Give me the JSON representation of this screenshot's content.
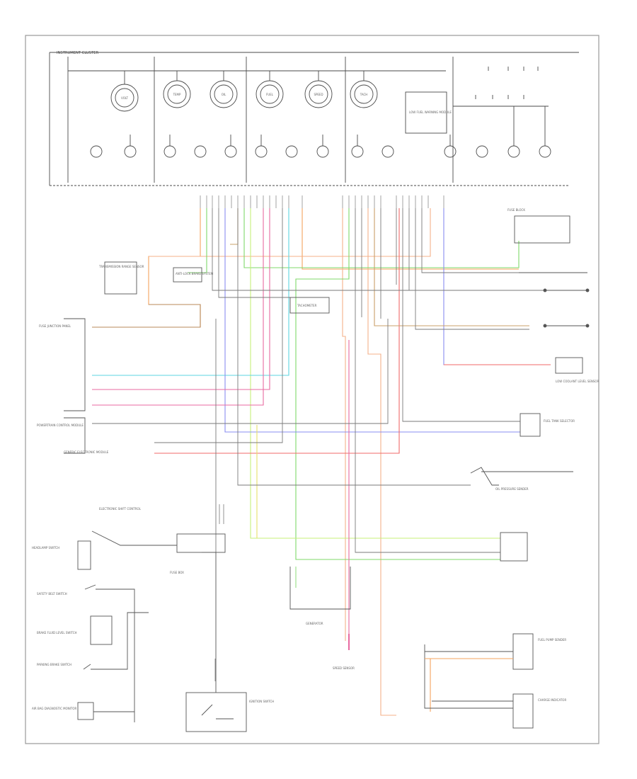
{
  "colors": {
    "black": "#3a3a3a",
    "gray": "#8a8a8a",
    "orange": "#f4a35e",
    "green": "#7fd86a",
    "light_green": "#c7f07a",
    "cyan": "#5ed6e0",
    "blue": "#8a8cf0",
    "red": "#f06a6a",
    "pink": "#e86aa0",
    "salmon": "#f4b08a",
    "tan": "#c9a06a",
    "yellow": "#e8e06a",
    "brown": "#b88a5a"
  },
  "labels": {
    "instrument_cluster": "INSTRUMENT CLUSTER",
    "low_fuel_module": "LOW FUEL WARNING MODULE",
    "fuse_block_main": "FUSE BLOCK",
    "fuse_junction_panel": "FUSE JUNCTION PANEL",
    "trans_range_sensor": "TRANSMISSION RANGE SENSOR",
    "anti_lock_brake": "ANTI-LOCK BRAKE SYSTEM",
    "tach_gauge": "TACHOMETER",
    "pcm": "POWERTRAIN CONTROL MODULE",
    "generic_electronic_module": "GENERIC ELECTRONIC MODULE",
    "fuel_pump_sender": "FUEL PUMP SENDER",
    "fuel_tank_selector": "FUEL TANK SELECTOR",
    "low_coolant": "LOW COOLANT LEVEL SENSOR",
    "oil_pressure": "OIL PRESSURE SENDER",
    "alternator": "GENERATOR",
    "speedometer": "SPEED SENSOR",
    "parking_brake": "PARKING BRAKE SWITCH",
    "brake_fluid": "BRAKE FLUID LEVEL SWITCH",
    "ignition_switch": "IGNITION SWITCH",
    "seat_belt": "SAFETY BELT SWITCH",
    "headlamp_switch": "HEADLAMP SWITCH",
    "airbag_module": "AIR BAG DIAGNOSTIC MONITOR",
    "fuse_box": "FUSE BOX",
    "electronic_shift": "ELECTRONIC SHIFT CONTROL",
    "no_charge": "CHARGE INDICATOR",
    "cluster_gauges": [
      "VOLT",
      "TEMP",
      "OIL",
      "FUEL",
      "SPEED",
      "TACH"
    ]
  }
}
